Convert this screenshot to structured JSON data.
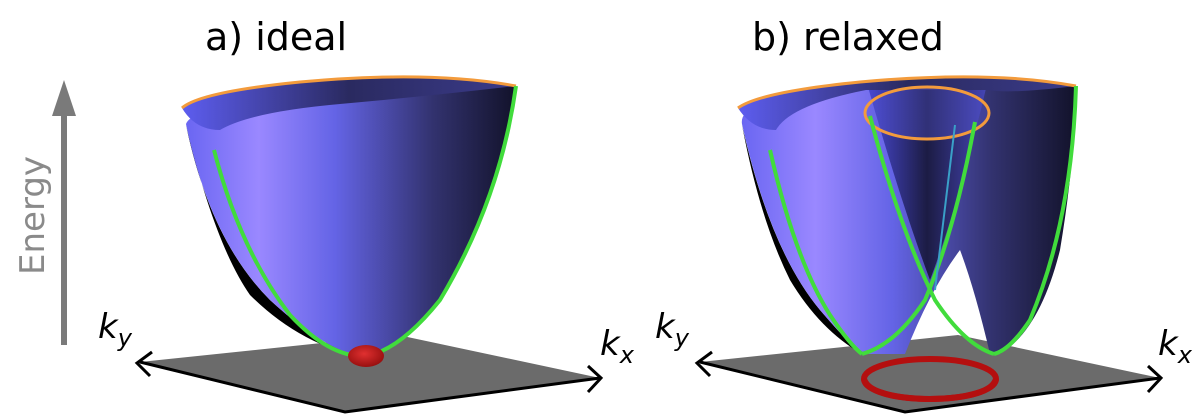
{
  "energy_label": "Energy",
  "panels": [
    {
      "title": "a) ideal",
      "ky_base": "k",
      "ky_sub": "y",
      "kx_base": "k",
      "kx_sub": "x"
    },
    {
      "title": "b) relaxed",
      "ky_base": "k",
      "ky_sub": "y",
      "kx_base": "k",
      "kx_sub": "x"
    }
  ],
  "colors": {
    "surface_light": "#8f86ff",
    "surface_mid": "#6464e6",
    "surface_dark": "#141428",
    "rim": "#f39b3c",
    "edge": "#41dc3c",
    "floor": "#6b6b6b",
    "minimum": "#b40f0f",
    "arrow": "#7a7a7a"
  }
}
